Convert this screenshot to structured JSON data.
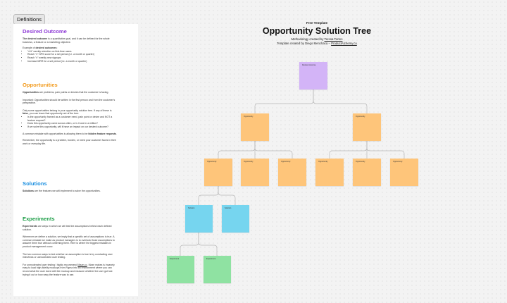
{
  "frame_tag": "Definitions",
  "header": {
    "eyebrow": "Free Template",
    "title": "Opportunity Solution Tree",
    "method_prefix": "Methodology created by ",
    "method_author": "Teresa Torres",
    "template_prefix": "Template created by Diego Menchaca – ",
    "template_link": "ProductAlchemy.co"
  },
  "definitions": {
    "desired_outcome": {
      "title": "Desired Outcome",
      "color": "#8e3bd6",
      "p1_bold": "The desired outcome",
      "p1_rest": " is a quantitative goal, and it can be defined for the whole business, a feature or a marketing objective.",
      "examples_prefix": "Example of ",
      "examples_bold": "desired outcomes",
      "examples_suffix": ":",
      "examples": [
        "\"x%\" weekly retention on first-time users.",
        "Reach \"x\" NPS score for a set period (i.e. a month or quarter)",
        "Reach \"x\" weekly new signups",
        "Increase MRR for a set period (i.e. a month or quarter)"
      ]
    },
    "opportunities": {
      "title": "Opportunities",
      "color": "#f29b1e",
      "p1_bold": "Opportunities",
      "p1_rest": " are problems, pain points or desires that the customer is facing.",
      "p2": "Important: Opportunities should be written in the first person and from the customer's perspective.",
      "p3_a": "Only some opportunities belong in your opportunity solution tree. If any of these is ",
      "p3_bold": "false",
      "p3_b": ", you can leave that opportunity out of the tree:",
      "checks": [
        "Is the opportunity framed as a customer need, pain point or desire and NOT a feature request?",
        "Does this opportunity come across often, or is it one in a million?",
        "If we solve this opportunity, will it have an impact on our desired outcome?"
      ],
      "p4_a": "A common mistake with opportunities is allowing them to be ",
      "p4_bold": "hidden feature requests",
      "p4_b": ".",
      "p5": "Remember, the opportunity is a problem, burden, or need your customer faces in their work or everyday life."
    },
    "solutions": {
      "title": "Solutions",
      "color": "#1b8fe0",
      "p1_bold": "Solutions",
      "p1_rest": " are the features we will implement to solve the opportunities."
    },
    "experiments": {
      "title": "Experiments",
      "color": "#1e9e48",
      "p1_bold": "Experiments",
      "p1_rest": " are ways in which we will test the assumptions behind each defined solution.",
      "p2": "Whenever we define a solution, we imply that a specific set of assumptions is true. A common mistake we make as product managers is to overlook those assumptions to assume them true without confirming them. Here is where the biggest mistakes in product management occur.",
      "p3": "The two common ways to test whether an assumption is true is by conducting user interviews or unmoderated user testing.",
      "p4_a": "For unmoderated user testing I highly recommend ",
      "p4_link": "Maze.co",
      "p4_b": ". Maze makes is insanely easy to load high-fidelity mockups from Figma into an environment where you can record what the user does with the mockup and measure whether the user got lost trying it out or how easy the feature was to use."
    }
  },
  "tree": {
    "outcome": {
      "label": "Desired outcome",
      "color": "#d3b4f7"
    },
    "opportunity_color": "#fec57a",
    "solution_color": "#76d5ef",
    "experiment_color": "#8fe2a2",
    "connector_color": "#b7b7b7",
    "opportunities_row1": [
      "Opportunity",
      "Opportunity"
    ],
    "opportunities_row2": [
      "Opportunity",
      "Opportunity",
      "Opportunity",
      "Opportunity",
      "Opportunity",
      "Opportunity"
    ],
    "solutions": [
      "Solution",
      "Solution"
    ],
    "experiments": [
      "Experiment",
      "Experiment"
    ]
  }
}
